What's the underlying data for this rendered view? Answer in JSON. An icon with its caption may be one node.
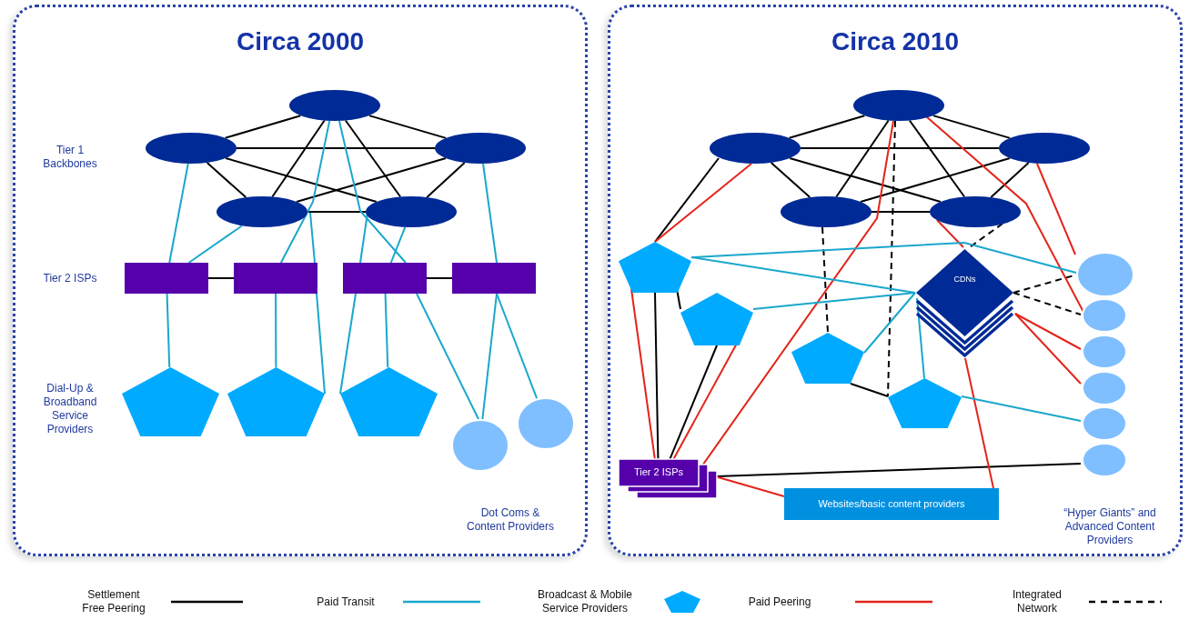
{
  "diagram": {
    "nodes": [
      {
        "text": [
          "Circa 2000"
        ]
      },
      {
        "text": [],
        "shape": "ellipse",
        "in": 0
      },
      {
        "text": [],
        "shape": "ellipse",
        "in": 0
      },
      {
        "text": [],
        "shape": "ellipse",
        "in": 0
      },
      {
        "text": [],
        "shape": "ellipse",
        "in": 0
      },
      {
        "text": [],
        "shape": "ellipse",
        "in": 0
      },
      {
        "text": [],
        "shape": "box",
        "in": 0
      },
      {
        "text": [],
        "shape": "box",
        "in": 0
      },
      {
        "text": [],
        "shape": "box",
        "in": 0
      },
      {
        "text": [],
        "shape": "box",
        "in": 0
      },
      {
        "text": [],
        "shape": "pentagon",
        "in": 0
      },
      {
        "text": [],
        "shape": "pentagon",
        "in": 0
      },
      {
        "text": [],
        "shape": "pentagon",
        "in": 0
      },
      {
        "text": [],
        "shape": "circle",
        "in": 0
      },
      {
        "text": [],
        "shape": "circle",
        "in": 0
      },
      {
        "text": [
          "Circa 2010"
        ]
      },
      {
        "text": [],
        "shape": "ellipse",
        "in": 15
      },
      {
        "text": [],
        "shape": "ellipse",
        "in": 15
      },
      {
        "text": [],
        "shape": "ellipse",
        "in": 15
      },
      {
        "text": [],
        "shape": "ellipse",
        "in": 15
      },
      {
        "text": [],
        "shape": "ellipse",
        "in": 15
      },
      {
        "text": [],
        "shape": "pentagon",
        "in": 15
      },
      {
        "text": [],
        "shape": "pentagon",
        "in": 15
      },
      {
        "text": [
          "CDNs"
        ],
        "in": 15
      },
      {
        "text": [],
        "shape": "circle",
        "in": 15
      },
      {
        "text": [],
        "shape": "circle",
        "in": 15
      },
      {
        "text": [],
        "shape": "circle",
        "in": 15
      },
      {
        "text": [],
        "shape": "circle",
        "in": 15
      },
      {
        "text": [],
        "shape": "circle",
        "in": 15
      },
      {
        "text": [],
        "shape": "circle",
        "in": 15
      },
      {
        "text": [],
        "shape": "pentagon",
        "in": 15
      },
      {
        "text": [],
        "shape": "pentagon",
        "in": 15
      },
      {
        "text": [
          "Tier 2 ISPs"
        ],
        "in": 15
      },
      {
        "text": [
          "Websites/basic content providers"
        ],
        "in": 15
      }
    ],
    "edges": [
      {
        "from": 1,
        "to": 2,
        "arrow": "none"
      },
      {
        "from": 1,
        "to": 3,
        "arrow": "none"
      },
      {
        "from": 1,
        "to": 4,
        "arrow": "none"
      },
      {
        "from": 1,
        "to": 5,
        "arrow": "none"
      },
      {
        "from": 2,
        "to": 3,
        "arrow": "none"
      },
      {
        "from": 2,
        "to": 4,
        "arrow": "none"
      },
      {
        "from": 2,
        "to": 5,
        "arrow": "none"
      },
      {
        "from": 3,
        "to": 4,
        "arrow": "none"
      },
      {
        "from": 3,
        "to": 5,
        "arrow": "none"
      },
      {
        "from": 4,
        "to": 5,
        "arrow": "none"
      },
      {
        "from": 6,
        "to": 7,
        "arrow": "none"
      },
      {
        "from": 8,
        "to": 9,
        "arrow": "none"
      },
      {
        "from": 2,
        "to": 6,
        "arrow": "none",
        "color": "#1aa7cc"
      },
      {
        "from": 4,
        "to": 6,
        "arrow": "none",
        "color": "#1aa7cc"
      },
      {
        "from": 1,
        "to": 7,
        "arrow": "none",
        "color": "#1aa7cc"
      },
      {
        "from": 4,
        "to": 7,
        "arrow": "none",
        "color": "#1aa7cc"
      },
      {
        "from": 1,
        "to": 8,
        "arrow": "none",
        "color": "#1aa7cc"
      },
      {
        "from": 5,
        "to": 8,
        "arrow": "none",
        "color": "#1aa7cc"
      },
      {
        "from": 5,
        "to": 8,
        "arrow": "none",
        "color": "#1aa7cc"
      },
      {
        "from": 3,
        "to": 9,
        "arrow": "none",
        "color": "#1aa7cc"
      },
      {
        "from": 6,
        "to": 10,
        "arrow": "none",
        "color": "#1aa7cc"
      },
      {
        "from": 7,
        "to": 11,
        "arrow": "none",
        "color": "#1aa7cc"
      },
      {
        "from": 7,
        "to": 11,
        "arrow": "none",
        "color": "#1aa7cc"
      },
      {
        "from": 8,
        "to": 12,
        "arrow": "none",
        "color": "#1aa7cc"
      },
      {
        "from": 8,
        "to": 12,
        "arrow": "none",
        "color": "#1aa7cc"
      },
      {
        "from": 8,
        "to": 13,
        "arrow": "none",
        "color": "#1aa7cc"
      },
      {
        "from": 9,
        "to": 13,
        "arrow": "none",
        "color": "#1aa7cc"
      },
      {
        "from": 9,
        "to": 14,
        "arrow": "none",
        "color": "#1aa7cc"
      },
      {
        "from": 16,
        "to": 17,
        "arrow": "none"
      },
      {
        "from": 16,
        "to": 18,
        "arrow": "none"
      },
      {
        "from": 16,
        "to": 19,
        "arrow": "none"
      },
      {
        "from": 16,
        "to": 20,
        "arrow": "none"
      },
      {
        "from": 17,
        "to": 18,
        "arrow": "none"
      },
      {
        "from": 17,
        "to": 19,
        "arrow": "none"
      },
      {
        "from": 17,
        "to": 20,
        "arrow": "none"
      },
      {
        "from": 18,
        "to": 19,
        "arrow": "none"
      },
      {
        "from": 18,
        "to": 20,
        "arrow": "none"
      },
      {
        "from": 19,
        "to": 20,
        "arrow": "none"
      },
      {
        "from": 17,
        "to": 21,
        "arrow": "none"
      },
      {
        "from": 21,
        "to": 22,
        "arrow": "none"
      },
      {
        "from": 21,
        "to": 32,
        "arrow": "none"
      },
      {
        "from": 22,
        "to": 32,
        "arrow": "none"
      },
      {
        "from": 30,
        "to": 31,
        "arrow": "none"
      },
      {
        "from": 32,
        "to": 29,
        "arrow": "none"
      },
      {
        "from": 16,
        "to": 31,
        "arrow": "none",
        "style": "dashed"
      },
      {
        "from": 19,
        "to": 30,
        "arrow": "none",
        "style": "dashed"
      },
      {
        "from": 20,
        "to": 23,
        "arrow": "none",
        "style": "dashed"
      },
      {
        "from": 23,
        "to": 24,
        "arrow": "none",
        "style": "dashed"
      },
      {
        "from": 23,
        "to": 25,
        "arrow": "none",
        "style": "dashed"
      },
      {
        "from": 17,
        "to": 21,
        "arrow": "none",
        "color": "#e3241b"
      },
      {
        "from": 16,
        "to": 32,
        "arrow": "none",
        "color": "#e3241b"
      },
      {
        "from": 16,
        "to": 25,
        "arrow": "none",
        "color": "#e3241b"
      },
      {
        "from": 20,
        "to": 23,
        "arrow": "none",
        "color": "#e3241b"
      },
      {
        "from": 18,
        "to": 24,
        "arrow": "none",
        "color": "#e3241b"
      },
      {
        "from": 23,
        "to": 26,
        "arrow": "none",
        "color": "#e3241b"
      },
      {
        "from": 23,
        "to": 27,
        "arrow": "none",
        "color": "#e3241b"
      },
      {
        "from": 23,
        "to": 33,
        "arrow": "none",
        "color": "#e3241b"
      },
      {
        "from": 32,
        "to": 33,
        "arrow": "none",
        "color": "#e3241b"
      },
      {
        "from": 21,
        "to": 32,
        "arrow": "none",
        "color": "#e3241b"
      },
      {
        "from": 22,
        "to": 32,
        "arrow": "none",
        "color": "#e3241b"
      },
      {
        "from": 21,
        "to": 24,
        "arrow": "none",
        "color": "#1aa7cc"
      },
      {
        "from": 21,
        "to": 23,
        "arrow": "none",
        "color": "#1aa7cc"
      },
      {
        "from": 22,
        "to": 23,
        "arrow": "none",
        "color": "#1aa7cc"
      },
      {
        "from": 30,
        "to": 23,
        "arrow": "none",
        "color": "#1aa7cc"
      },
      {
        "from": 31,
        "to": 23,
        "arrow": "none",
        "color": "#1aa7cc"
      },
      {
        "from": 31,
        "to": 28,
        "arrow": "none",
        "color": "#1aa7cc"
      }
    ],
    "labels": [
      "Tier 1 Backbones",
      "Tier 2 ISPs",
      "Dial-Up & Broadband Service Providers",
      "Dot Coms & Content Providers",
      "“Hyper Giants” and Advanced Content Providers"
    ],
    "legend": [
      {
        "text": "Settlement Free Peering"
      },
      {
        "text": "Paid Transit"
      },
      {
        "text": "Broadcast & Mobile Service Providers"
      },
      {
        "text": "Paid Peering"
      },
      {
        "text": "Integrated Network"
      }
    ]
  }
}
